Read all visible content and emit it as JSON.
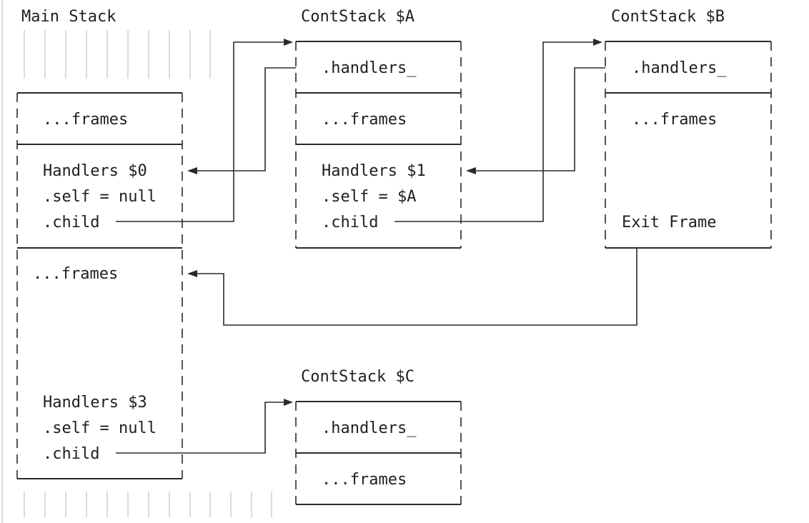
{
  "stacks": {
    "main": {
      "title": "Main Stack",
      "frames_top": "...frames",
      "handlers0": {
        "label": "Handlers $0",
        "self": ".self = null",
        "child": ".child"
      },
      "frames_mid": "...frames",
      "handlers3": {
        "label": "Handlers $3",
        "self": ".self = null",
        "child": ".child"
      }
    },
    "a": {
      "title": "ContStack $A",
      "handlers_field": ".handlers_",
      "frames": "...frames",
      "handlers1": {
        "label": "Handlers $1",
        "self": ".self = $A",
        "child": ".child"
      }
    },
    "b": {
      "title": "ContStack $B",
      "handlers_field": ".handlers_",
      "frames": "...frames",
      "exit_frame": "Exit Frame"
    },
    "c": {
      "title": "ContStack $C",
      "handlers_field": ".handlers_",
      "frames": "...frames"
    }
  }
}
